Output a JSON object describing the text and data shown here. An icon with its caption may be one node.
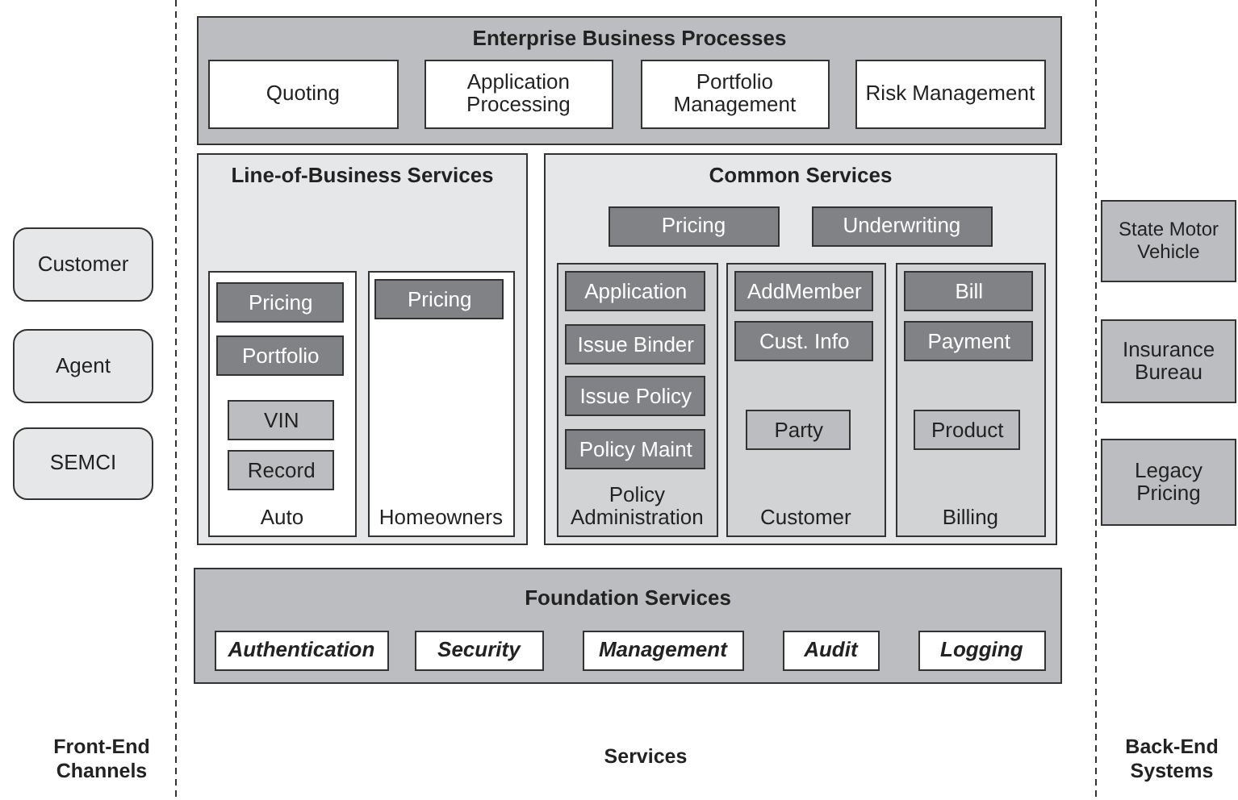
{
  "diagram": {
    "nodes": [
      {
        "text": [
          "Enterprise Business Processes"
        ]
      },
      {
        "text": [
          "Quoting"
        ],
        "in": 0
      },
      {
        "text": [
          "Application Processing"
        ],
        "in": 0
      },
      {
        "text": [
          "Portfolio Management"
        ],
        "in": 0
      },
      {
        "text": [
          "Risk Management"
        ],
        "in": 0
      },
      {
        "text": [
          "Line-of-Business Services"
        ]
      },
      {
        "text": [
          "Auto"
        ],
        "in": 5
      },
      {
        "text": [
          "Pricing"
        ],
        "in": 6
      },
      {
        "text": [
          "Portfolio"
        ],
        "in": 6
      },
      {
        "text": [
          "VIN"
        ],
        "in": 6
      },
      {
        "text": [
          "Record"
        ],
        "in": 6
      },
      {
        "text": [
          "Homeowners"
        ],
        "in": 5
      },
      {
        "text": [
          "Pricing"
        ],
        "in": 11
      },
      {
        "text": [
          "Common Services"
        ]
      },
      {
        "text": [
          "Pricing"
        ],
        "in": 13
      },
      {
        "text": [
          "Underwriting"
        ],
        "in": 13
      },
      {
        "text": [
          "Policy Administration"
        ],
        "in": 13
      },
      {
        "text": [
          "Application"
        ],
        "in": 16
      },
      {
        "text": [
          "Issue Binder"
        ],
        "in": 16
      },
      {
        "text": [
          "Issue Policy"
        ],
        "in": 16
      },
      {
        "text": [
          "Policy Maint"
        ],
        "in": 16
      },
      {
        "text": [
          "Customer"
        ],
        "in": 13
      },
      {
        "text": [
          "AddMember"
        ],
        "in": 21
      },
      {
        "text": [
          "Cust. Info"
        ],
        "in": 21
      },
      {
        "text": [
          "Party"
        ],
        "in": 21
      },
      {
        "text": [
          "Billing"
        ],
        "in": 13
      },
      {
        "text": [
          "Bill"
        ],
        "in": 25
      },
      {
        "text": [
          "Payment"
        ],
        "in": 25
      },
      {
        "text": [
          "Product"
        ],
        "in": 25
      },
      {
        "text": [
          "Foundation Services"
        ]
      },
      {
        "text": [
          "Authentication"
        ],
        "in": 29
      },
      {
        "text": [
          "Security"
        ],
        "in": 29
      },
      {
        "text": [
          "Management"
        ],
        "in": 29
      },
      {
        "text": [
          "Audit"
        ],
        "in": 29
      },
      {
        "text": [
          "Logging"
        ],
        "in": 29
      },
      {
        "text": [
          "Customer"
        ]
      },
      {
        "text": [
          "Agent"
        ]
      },
      {
        "text": [
          "SEMCI"
        ]
      },
      {
        "text": [
          "State Motor Vehicle"
        ]
      },
      {
        "text": [
          "Insurance Bureau"
        ]
      },
      {
        "text": [
          "Legacy Pricing"
        ]
      }
    ],
    "labels": [
      "Front-End Channels",
      "Services",
      "Back-End Systems"
    ]
  }
}
